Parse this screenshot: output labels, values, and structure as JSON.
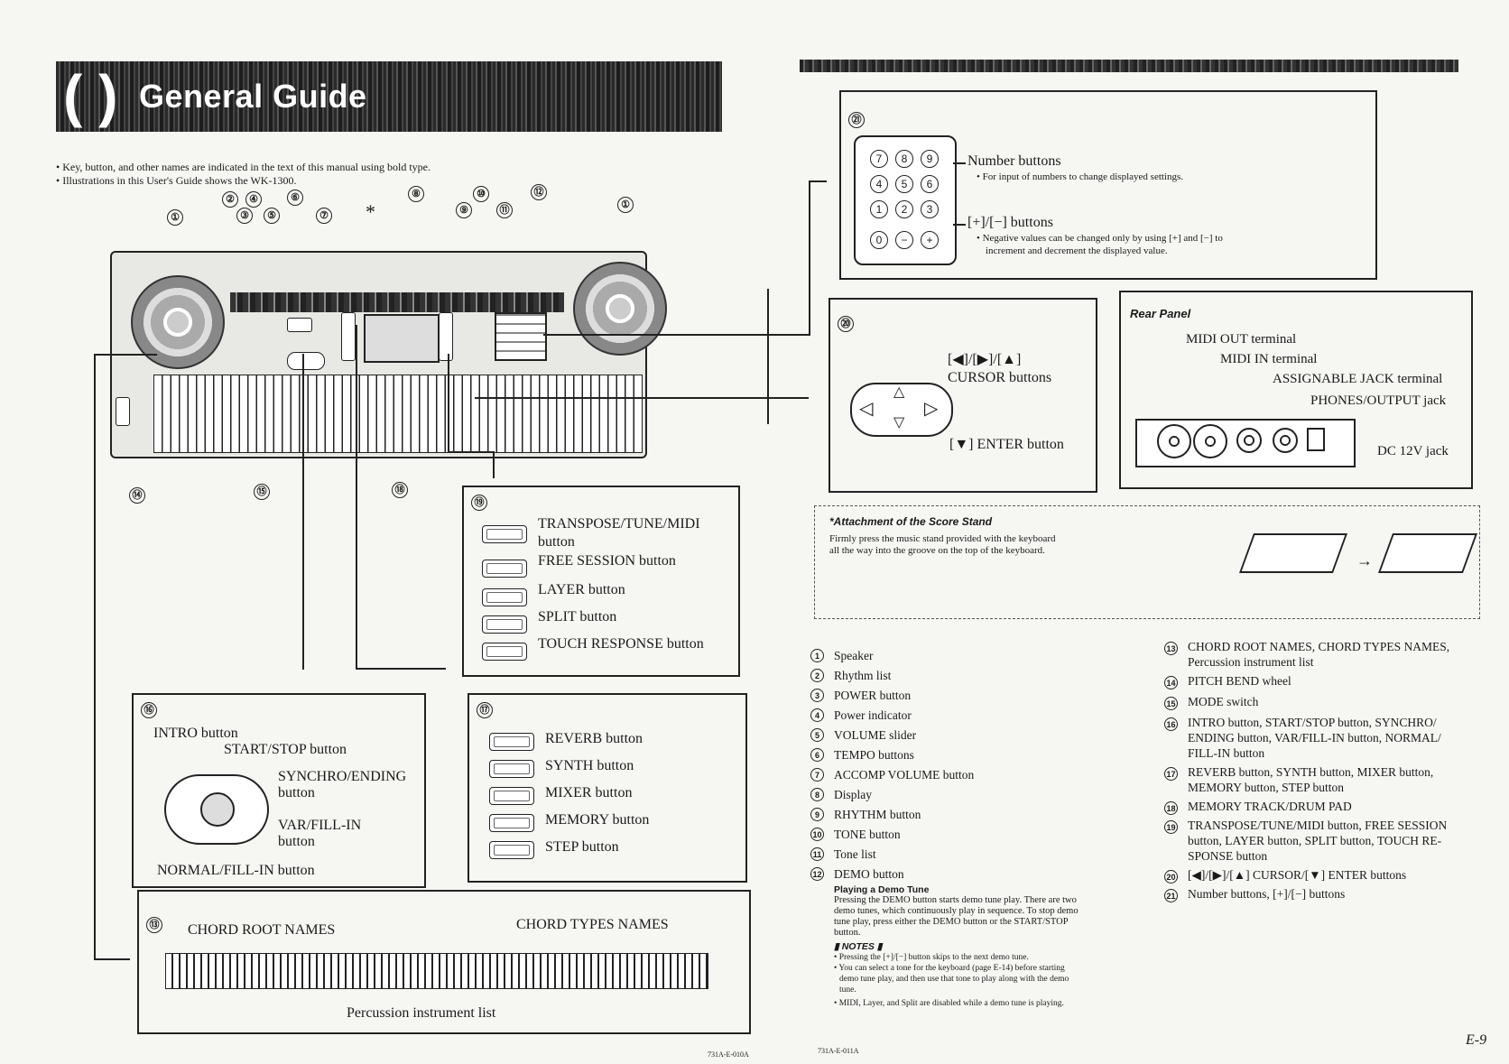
{
  "header": {
    "title": "General Guide"
  },
  "intro_notes": [
    "Key, button, and other names are indicated in the text of this manual using bold type.",
    "Illustrations in this User's Guide shows the WK-1300."
  ],
  "callouts_top": [
    "①",
    "②",
    "④",
    "③",
    "⑤",
    "⑥",
    "⑦",
    "*",
    "⑧",
    "⑨",
    "⑩",
    "⑪",
    "⑫",
    "①"
  ],
  "callouts_bottom": [
    "⑭",
    "⑮",
    "⑱"
  ],
  "box21": {
    "num": "㉑",
    "keypad": [
      "7",
      "8",
      "9",
      "4",
      "5",
      "6",
      "1",
      "2",
      "3",
      "0",
      "−",
      "+"
    ],
    "number_buttons": "Number buttons",
    "number_note": "For input of numbers to change displayed settings.",
    "pm_buttons": "[+]/[−] buttons",
    "pm_note_1": "Negative values can be changed only by using [+] and [−] to",
    "pm_note_2": "increment and decrement the displayed value."
  },
  "box20": {
    "num": "⑳",
    "cursor_keys": "[◀]/[▶]/[▲]",
    "cursor_label": "CURSOR buttons",
    "enter_label": "[▼] ENTER button"
  },
  "rear_panel": {
    "title": "Rear Panel",
    "midi_out": "MIDI OUT terminal",
    "midi_in": "MIDI IN terminal",
    "assignable": "ASSIGNABLE JACK terminal",
    "phones": "PHONES/OUTPUT jack",
    "dc": "DC 12V jack"
  },
  "score_stand": {
    "title": "*Attachment of the Score Stand",
    "line1": "Firmly press the music stand provided with the keyboard",
    "line2": "all the way into the groove on the top of the keyboard."
  },
  "box19": {
    "num": "⑲",
    "items": [
      "TRANSPOSE/TUNE/MIDI",
      "button",
      "FREE SESSION button",
      "LAYER button",
      "SPLIT button",
      "TOUCH RESPONSE button"
    ]
  },
  "box16": {
    "num": "⑯",
    "intro": "INTRO button",
    "start": "START/STOP  button",
    "synchro": "SYNCHRO/ENDING",
    "synchro2": "button",
    "var": "VAR/FILL-IN",
    "var2": "button",
    "normal": "NORMAL/FILL-IN button"
  },
  "box17": {
    "num": "⑰",
    "items": [
      "REVERB button",
      "SYNTH button",
      "MIXER button",
      "MEMORY button",
      "STEP button"
    ]
  },
  "box13": {
    "num": "⑬",
    "root": "CHORD ROOT NAMES",
    "types": "CHORD TYPES NAMES",
    "perc": "Percussion instrument list"
  },
  "list_left": [
    {
      "n": "1",
      "t": "Speaker"
    },
    {
      "n": "2",
      "t": "Rhythm list"
    },
    {
      "n": "3",
      "t": "POWER button"
    },
    {
      "n": "4",
      "t": "Power indicator"
    },
    {
      "n": "5",
      "t": "VOLUME slider"
    },
    {
      "n": "6",
      "t": "TEMPO buttons"
    },
    {
      "n": "7",
      "t": "ACCOMP VOLUME button"
    },
    {
      "n": "8",
      "t": "Display"
    },
    {
      "n": "9",
      "t": "RHYTHM button"
    },
    {
      "n": "10",
      "t": "TONE button"
    },
    {
      "n": "11",
      "t": "Tone list"
    },
    {
      "n": "12",
      "t": "DEMO button"
    }
  ],
  "demo": {
    "title": "Playing a Demo Tune",
    "body": [
      "Pressing the DEMO button starts demo tune play. There are two",
      "demo tunes, which continuously play in sequence. To stop demo",
      "tune play, press either the DEMO button or the START/STOP",
      "button."
    ],
    "notes_title": "NOTES",
    "notes": [
      "Pressing the [+]/[−] button skips to the next demo tune.",
      "You can select a tone for the keyboard (page E-14) before starting",
      "demo tune play, and then use that tone to play along with the demo",
      "tune.",
      "MIDI, Layer, and Split are disabled while a demo tune is playing."
    ]
  },
  "list_right": [
    {
      "n": "13",
      "t": "CHORD ROOT NAMES, CHORD TYPES NAMES,",
      "t2": "Percussion instrument list"
    },
    {
      "n": "14",
      "t": "PITCH BEND wheel"
    },
    {
      "n": "15",
      "t": "MODE switch"
    },
    {
      "n": "16",
      "t": "INTRO button, START/STOP button, SYNCHRO/",
      "t2": "ENDING button, VAR/FILL-IN button, NORMAL/",
      "t3": "FILL-IN button"
    },
    {
      "n": "17",
      "t": "REVERB button, SYNTH button, MIXER button,",
      "t2": "MEMORY button, STEP button"
    },
    {
      "n": "18",
      "t": "MEMORY TRACK/DRUM PAD"
    },
    {
      "n": "19",
      "t": "TRANSPOSE/TUNE/MIDI button, FREE SESSION",
      "t2": "button, LAYER button, SPLIT button, TOUCH RE-",
      "t3": "SPONSE button"
    },
    {
      "n": "20",
      "t": "[◀]/[▶]/[▲] CURSOR/[▼] ENTER buttons"
    },
    {
      "n": "21",
      "t": "Number buttons, [+]/[−] buttons"
    }
  ],
  "footer": {
    "code_left": "731A-E-010A",
    "code_right": "731A-E-011A",
    "page": "E-9"
  }
}
